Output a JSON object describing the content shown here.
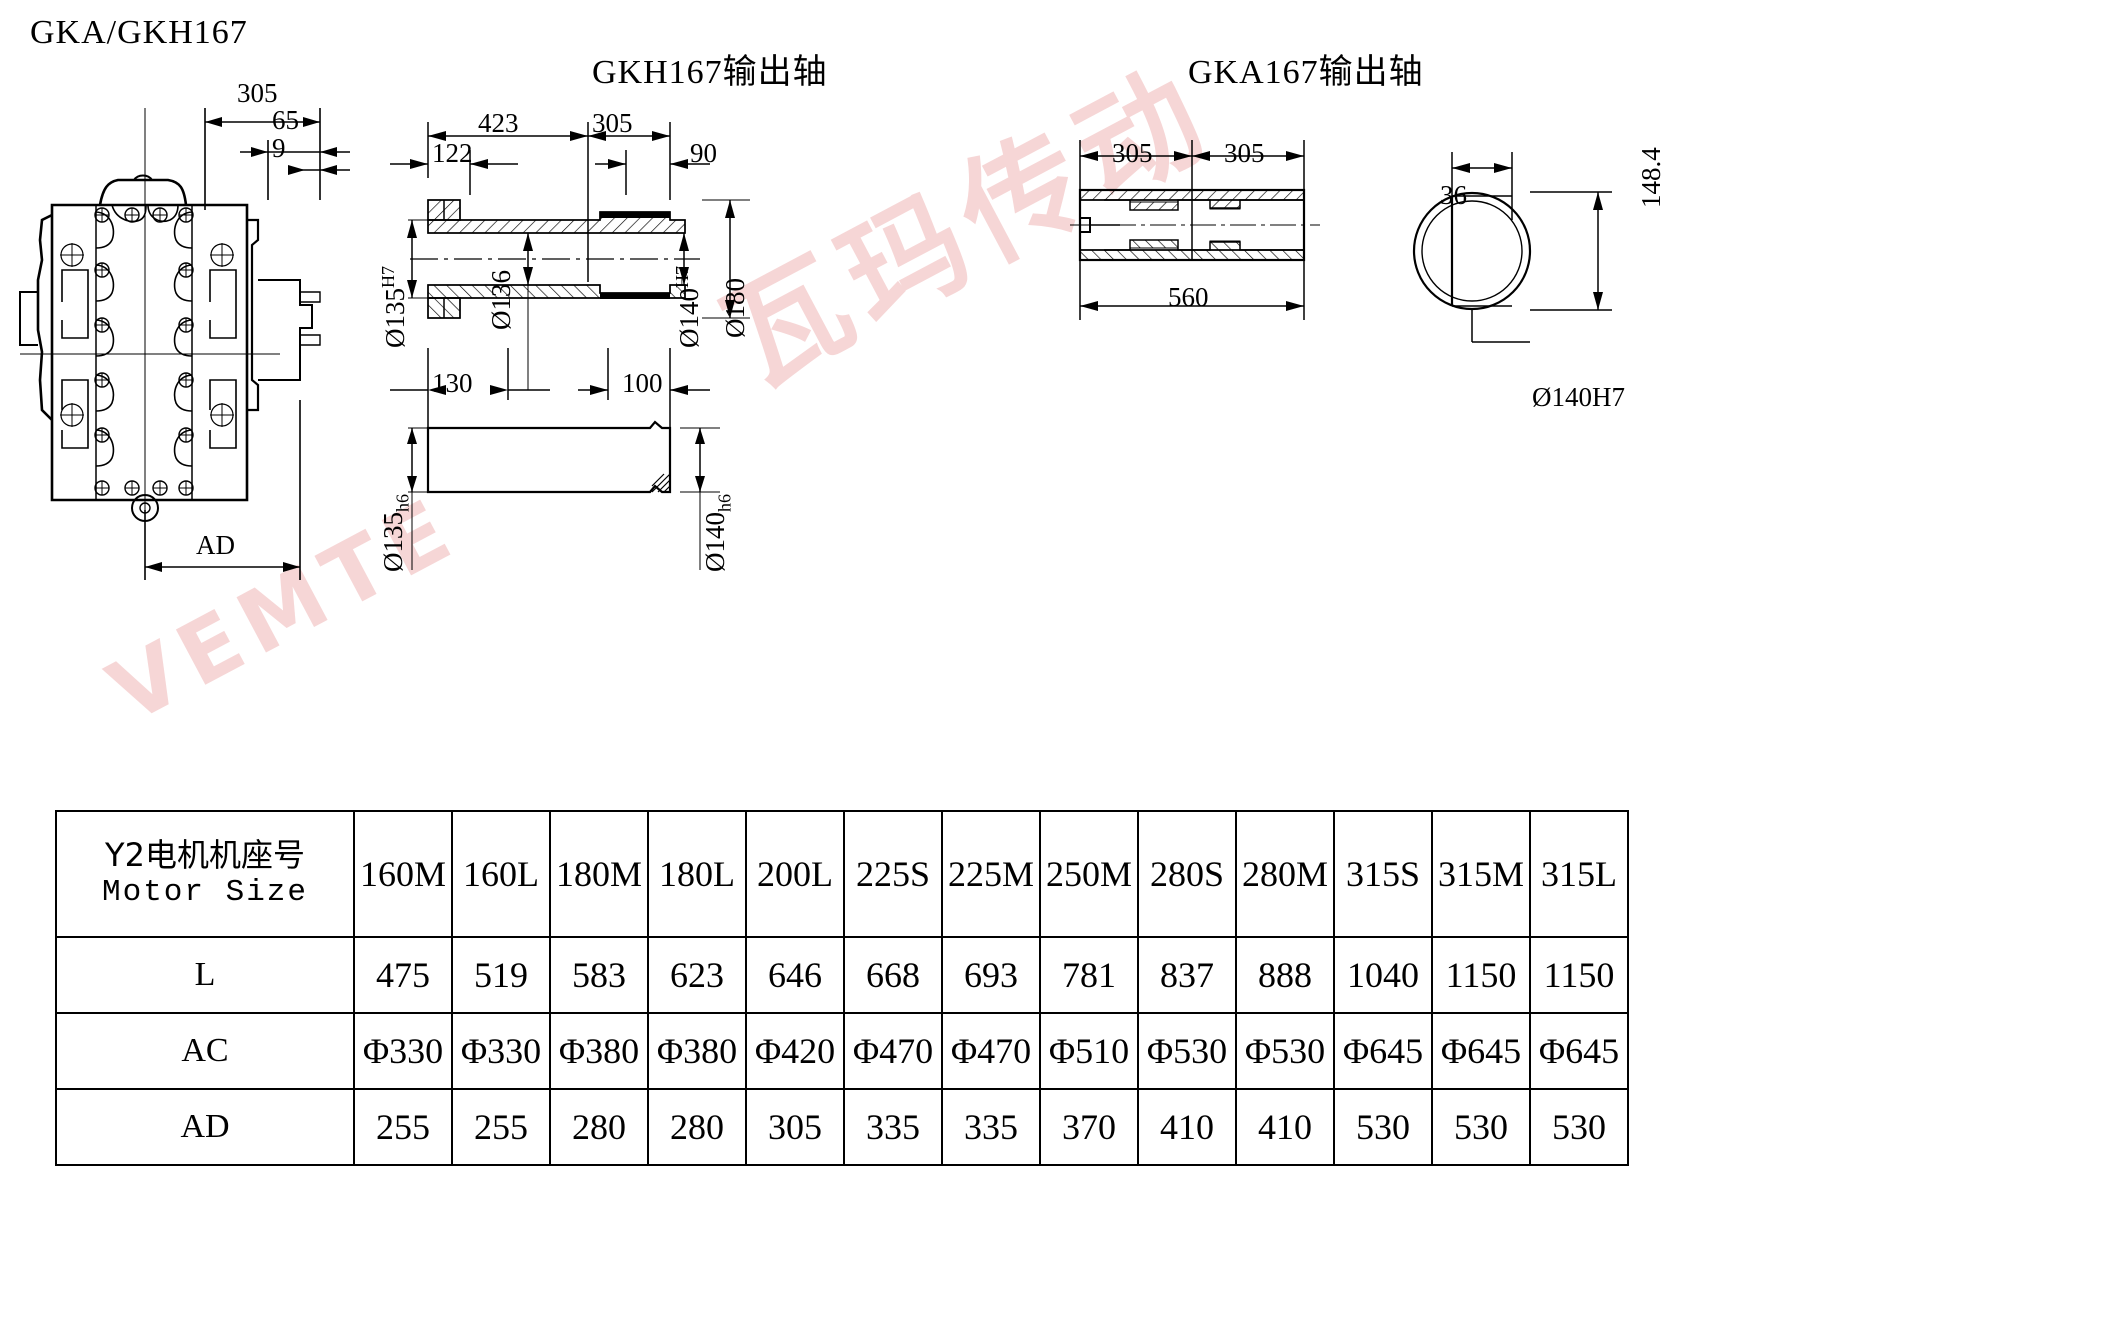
{
  "titles": {
    "main": "GKA/GKH167",
    "gkh_shaft": "GKH167输出轴",
    "gka_shaft": "GKA167输出轴"
  },
  "watermark": {
    "text_latin": "VEMTE",
    "text_cn": "瓦玛传动"
  },
  "housing_view": {
    "dim_305": "305",
    "dim_65": "65",
    "dim_9": "9",
    "label_ad": "AD"
  },
  "gkh_shaft_view": {
    "dim_423": "423",
    "dim_305": "305",
    "dim_122": "122",
    "dim_90": "90",
    "dim_130": "130",
    "dim_100": "100",
    "dia_135h7_num": "Ø135",
    "dia_135h7_tol": "H7",
    "dia_136": "Ø136",
    "dia_140h7_num": "Ø140",
    "dia_140h7_tol": "H7",
    "dia_180": "Ø180",
    "dia_135h6_num": "Ø135",
    "dia_135h6_tol": "h6",
    "dia_140h6_num": "Ø140",
    "dia_140h6_tol": "h6"
  },
  "gka_shaft_view": {
    "dim_305_a": "305",
    "dim_305_b": "305",
    "dim_560": "560",
    "dim_36": "36",
    "dim_148_4": "148.4",
    "dia_140h7": "Ø140H7"
  },
  "table": {
    "row_headers": [
      {
        "cn": "Y2电机机座号",
        "en": "Motor Size"
      },
      {
        "cn": "L",
        "en": ""
      },
      {
        "cn": "AC",
        "en": ""
      },
      {
        "cn": "AD",
        "en": ""
      }
    ],
    "motor_sizes": [
      "160M",
      "160L",
      "180M",
      "180L",
      "200L",
      "225S",
      "225M",
      "250M",
      "280S",
      "280M",
      "315S",
      "315M",
      "315L"
    ],
    "rows": [
      {
        "label": "L",
        "values": [
          "475",
          "519",
          "583",
          "623",
          "646",
          "668",
          "693",
          "781",
          "837",
          "888",
          "1040",
          "1150",
          "1150"
        ]
      },
      {
        "label": "AC",
        "values": [
          "Φ330",
          "Φ330",
          "Φ380",
          "Φ380",
          "Φ420",
          "Φ470",
          "Φ470",
          "Φ510",
          "Φ530",
          "Φ530",
          "Φ645",
          "Φ645",
          "Φ645"
        ]
      },
      {
        "label": "AD",
        "values": [
          "255",
          "255",
          "280",
          "280",
          "305",
          "335",
          "335",
          "370",
          "410",
          "410",
          "530",
          "530",
          "530"
        ]
      }
    ]
  },
  "colors": {
    "line": "#000000",
    "watermark": "#f3c9c9"
  }
}
